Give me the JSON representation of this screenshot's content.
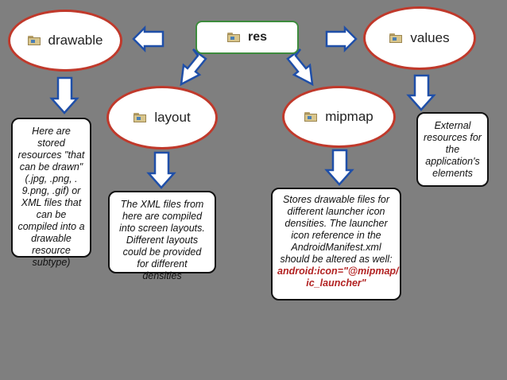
{
  "root": {
    "label": "res"
  },
  "nodes": {
    "drawable": {
      "label": "drawable"
    },
    "values": {
      "label": "values"
    },
    "layout": {
      "label": "layout"
    },
    "mipmap": {
      "label": "mipmap"
    }
  },
  "descriptions": {
    "drawable": "Here are stored resources \"that can be drawn\" (.jpg, .png, . 9.png, .gif) or XML files that can be compiled into a drawable resource subtype)",
    "values": "External resources for the application's elements",
    "layout": "The XML files from here are compiled into screen layouts. Different layouts could be provided for different densities",
    "mipmap": "Stores drawable files for different launcher icon densities. The launcher icon reference in the AndroidManifest.xml should be altered as well:",
    "mipmap_code": "android:icon=\"@mipmap/ ic_launcher\""
  },
  "colors": {
    "background": "#7f7f7f",
    "ellipse_border": "#c0392b",
    "res_border": "#3d8b3d",
    "arrow": "#1f4fa8",
    "code": "#b22222"
  },
  "icons": {
    "folder": "folder-icon"
  }
}
